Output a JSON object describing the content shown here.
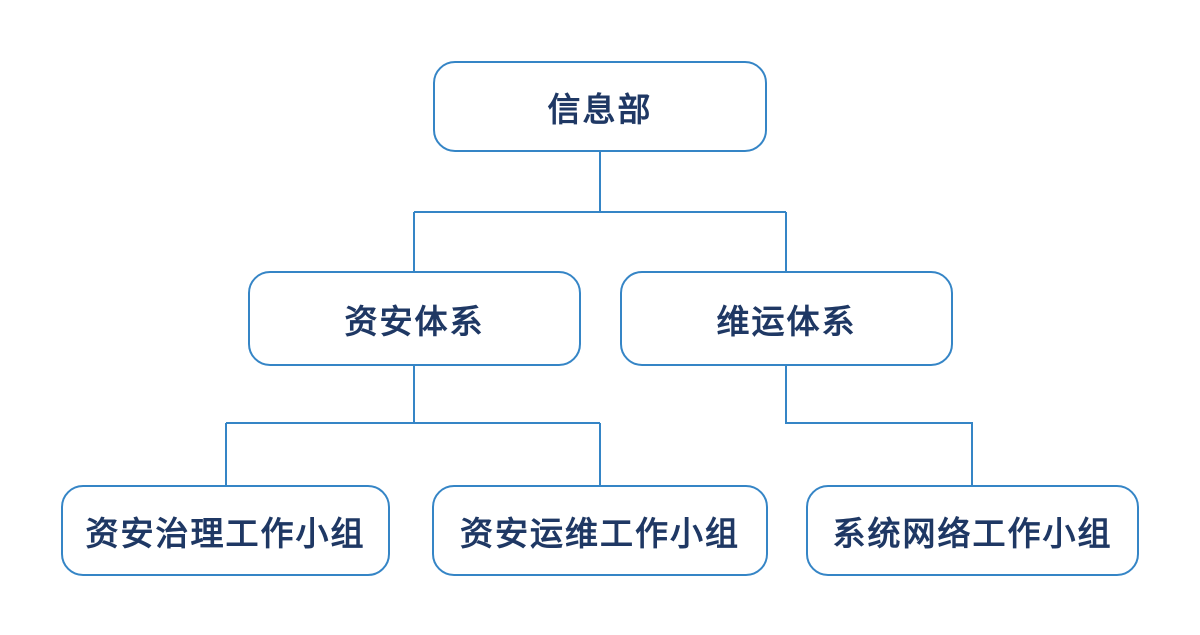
{
  "diagram": {
    "type": "org-chart",
    "title": "",
    "colors": {
      "line": "#3585C6",
      "text": "#1F3864",
      "fill": "#FFFFFF",
      "bg": "#FFFFFF"
    },
    "nodes": {
      "root": {
        "label": "信息部",
        "level": 1
      },
      "sec_system": {
        "label": "资安体系",
        "level": 2,
        "parent": "root"
      },
      "ops_system": {
        "label": "维运体系",
        "level": 2,
        "parent": "root"
      },
      "sec_gov_team": {
        "label": "资安治理工作小组",
        "level": 3,
        "parent": "sec_system"
      },
      "sec_ops_team": {
        "label": "资安运维工作小组",
        "level": 3,
        "parent": "sec_system"
      },
      "sys_net_team": {
        "label": "系统网络工作小组",
        "level": 3,
        "parent": "ops_system"
      }
    },
    "edges": [
      {
        "from": "root",
        "to": "sec_system"
      },
      {
        "from": "root",
        "to": "ops_system"
      },
      {
        "from": "sec_system",
        "to": "sec_gov_team"
      },
      {
        "from": "sec_system",
        "to": "sec_ops_team"
      },
      {
        "from": "ops_system",
        "to": "sys_net_team"
      }
    ]
  }
}
